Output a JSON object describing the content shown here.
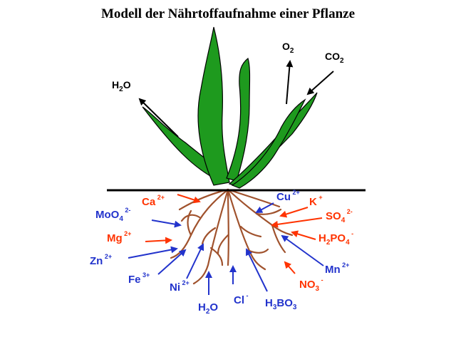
{
  "title": "Modell der Nährtoffaufnahme einer Pflanze",
  "colors": {
    "leaf": "#1e9a1e",
    "leaf_outline": "#000000",
    "root": "#a0522d",
    "ground": "#000000",
    "gas_arrow": "#000000",
    "red_ion": "#ff3300",
    "blue_ion": "#2233cc"
  },
  "gases": [
    {
      "id": "h2o",
      "base": "H",
      "sub": "2",
      "tail": "O",
      "sup": ""
    },
    {
      "id": "o2",
      "base": "O",
      "sub": "2",
      "tail": "",
      "sup": ""
    },
    {
      "id": "co2",
      "base": "CO",
      "sub": "2",
      "tail": "",
      "sup": ""
    }
  ],
  "ions": [
    {
      "id": "ca",
      "group": "red",
      "base": "Ca",
      "sub": "",
      "tail": "",
      "sup": "2+"
    },
    {
      "id": "moo4",
      "group": "blue",
      "base": "MoO",
      "sub": "4",
      "tail": "",
      "sup": "2-"
    },
    {
      "id": "mg",
      "group": "red",
      "base": "Mg",
      "sub": "",
      "tail": "",
      "sup": "2+"
    },
    {
      "id": "zn",
      "group": "blue",
      "base": "Zn",
      "sub": "",
      "tail": "",
      "sup": "2+"
    },
    {
      "id": "fe",
      "group": "blue",
      "base": "Fe",
      "sub": "",
      "tail": "",
      "sup": "3+"
    },
    {
      "id": "ni",
      "group": "blue",
      "base": "Ni",
      "sub": "",
      "tail": "",
      "sup": "2+"
    },
    {
      "id": "h2o-soil",
      "group": "blue",
      "base": "H",
      "sub": "2",
      "tail": "O",
      "sup": ""
    },
    {
      "id": "cl",
      "group": "blue",
      "base": "Cl",
      "sub": "",
      "tail": "",
      "sup": "-"
    },
    {
      "id": "h3bo3",
      "group": "blue",
      "base": "H",
      "sub": "3",
      "tail": "BO",
      "sub2": "3",
      "sup": ""
    },
    {
      "id": "no3",
      "group": "red",
      "base": "NO",
      "sub": "3",
      "tail": "",
      "sup": "-"
    },
    {
      "id": "mn",
      "group": "blue",
      "base": "Mn",
      "sub": "",
      "tail": "",
      "sup": "2+"
    },
    {
      "id": "h2po4",
      "group": "red",
      "base": "H",
      "sub": "2",
      "tail": "PO",
      "sub2": "4",
      "sup": "-"
    },
    {
      "id": "so4",
      "group": "red",
      "base": "SO",
      "sub": "4",
      "tail": "",
      "sup": "2-"
    },
    {
      "id": "k",
      "group": "red",
      "base": "K",
      "sub": "",
      "tail": "",
      "sup": "+"
    },
    {
      "id": "cu",
      "group": "blue",
      "base": "Cu",
      "sub": "",
      "tail": "",
      "sup": "2+"
    }
  ]
}
